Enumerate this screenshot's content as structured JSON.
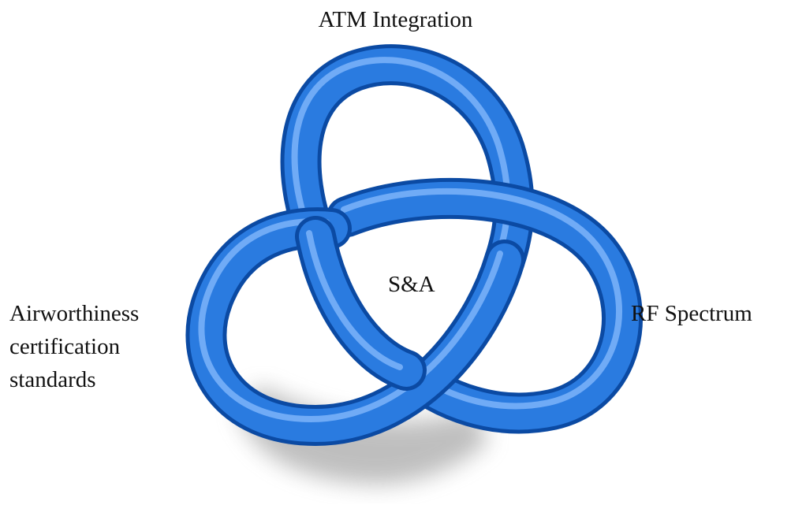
{
  "diagram": {
    "top_label": "ATM Integration",
    "left_label_lines": [
      "Airworthiness",
      "certification",
      "standards"
    ],
    "right_label": "RF Spectrum",
    "center_label": "S&A"
  },
  "colors": {
    "tube": "#1f6fd1",
    "tube_dark": "#0b4aa3",
    "tube_highlight": "#8fc0ff",
    "shadow": "#9a9a9a"
  },
  "icons": {
    "knot": "trefoil-knot-icon"
  }
}
